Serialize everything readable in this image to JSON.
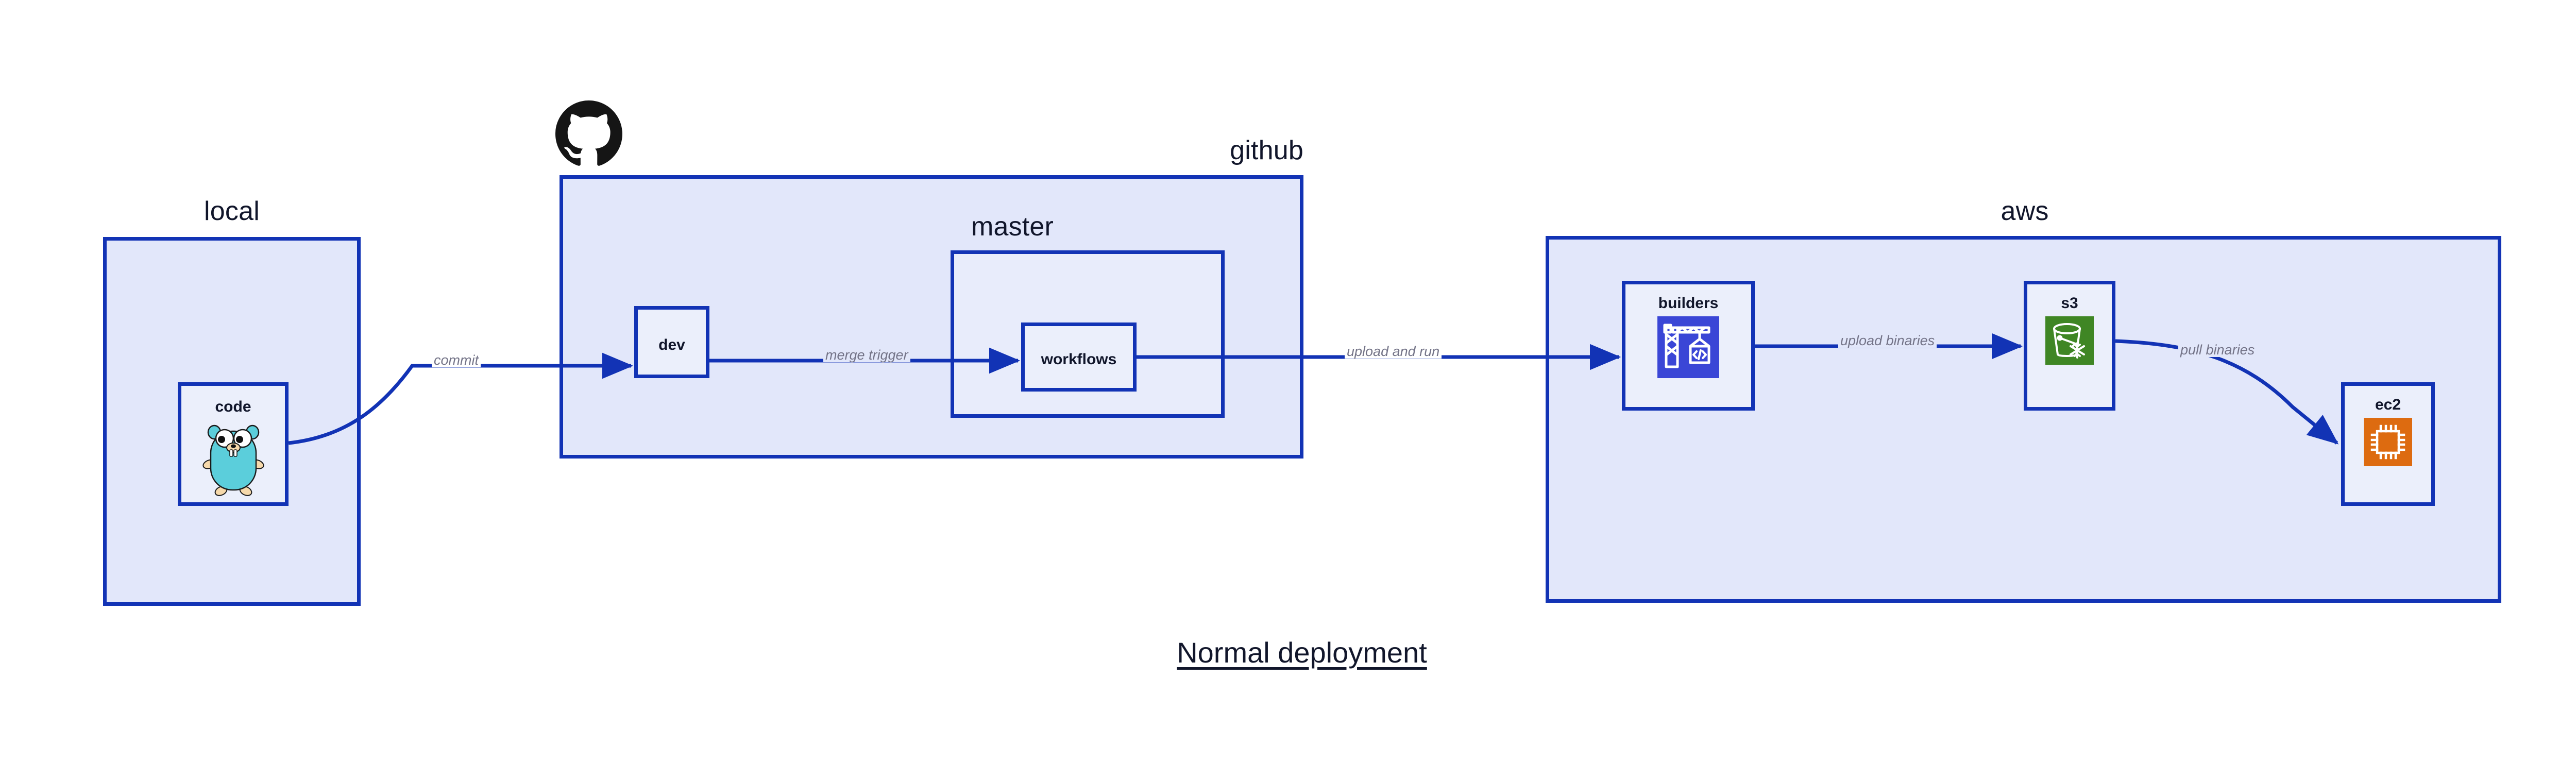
{
  "title": "Normal deployment",
  "colors": {
    "edge": "#1233B5",
    "zone_fill": "#E2E7FA",
    "subzone_fill": "#E8ECFB",
    "node_fill": "#EBEFFB",
    "text": "#11162B",
    "edge_label_text": "#737387",
    "builders_icon": "#3A46D6",
    "s3_icon": "#3F8624",
    "ec2_icon": "#DD6B10",
    "gopher": "#5BCEDB",
    "github_mark": "#151515"
  },
  "zones": [
    {
      "id": "local",
      "label": "local"
    },
    {
      "id": "github",
      "label": "github"
    },
    {
      "id": "aws",
      "label": "aws"
    }
  ],
  "subzones": [
    {
      "id": "master",
      "label": "master",
      "parent": "github"
    }
  ],
  "nodes": [
    {
      "id": "code",
      "label": "code",
      "zone": "local",
      "icon": "go-gopher-icon"
    },
    {
      "id": "dev",
      "label": "dev",
      "zone": "github",
      "icon": ""
    },
    {
      "id": "workflows",
      "label": "workflows",
      "zone": "master",
      "icon": ""
    },
    {
      "id": "builders",
      "label": "builders",
      "zone": "aws",
      "icon": "aws-builders-crane-icon"
    },
    {
      "id": "s3",
      "label": "s3",
      "zone": "aws",
      "icon": "aws-s3-glacier-bucket-icon"
    },
    {
      "id": "ec2",
      "label": "ec2",
      "zone": "aws",
      "icon": "aws-ec2-chip-icon"
    }
  ],
  "edges": [
    {
      "id": "commit",
      "label": "commit",
      "from": "code",
      "to": "dev"
    },
    {
      "id": "merge-trigger",
      "label": "merge trigger",
      "from": "dev",
      "to": "workflows"
    },
    {
      "id": "upload-and-run",
      "label": "upload and run",
      "from": "workflows",
      "to": "builders"
    },
    {
      "id": "upload-binaries",
      "label": "upload binaries",
      "from": "builders",
      "to": "s3"
    },
    {
      "id": "pull-binaries",
      "label": "pull binaries",
      "from": "s3",
      "to": "ec2"
    }
  ],
  "logos": [
    {
      "id": "github-mark",
      "name": "github-octocat-logo"
    }
  ]
}
